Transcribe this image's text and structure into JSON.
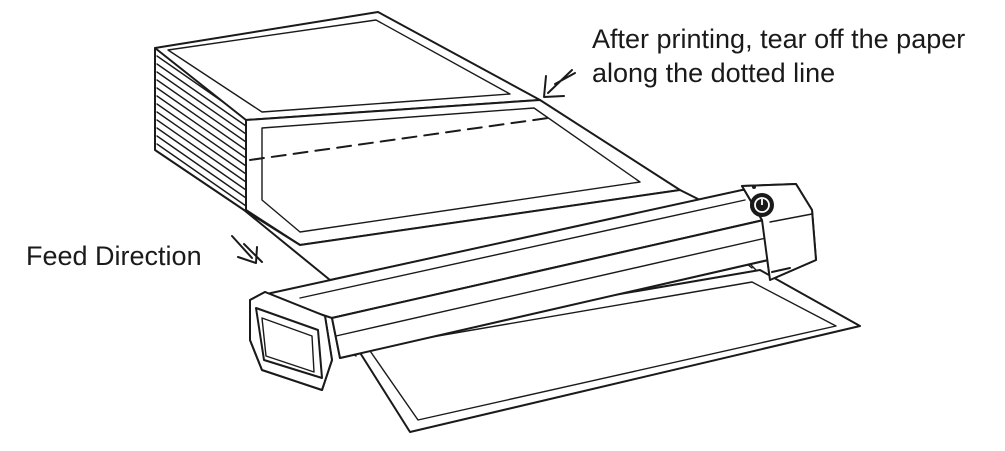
{
  "annotations": {
    "tear_line1": "After printing, tear off the paper",
    "tear_line2": "along the dotted line",
    "feed": "Feed Direction"
  },
  "icons": {
    "tear_arrow": "arrow-down-left-icon",
    "feed_arrow": "arrow-down-right-icon",
    "power": "power-button-icon"
  },
  "colors": {
    "line": "#1a1a1a",
    "background": "#ffffff"
  }
}
